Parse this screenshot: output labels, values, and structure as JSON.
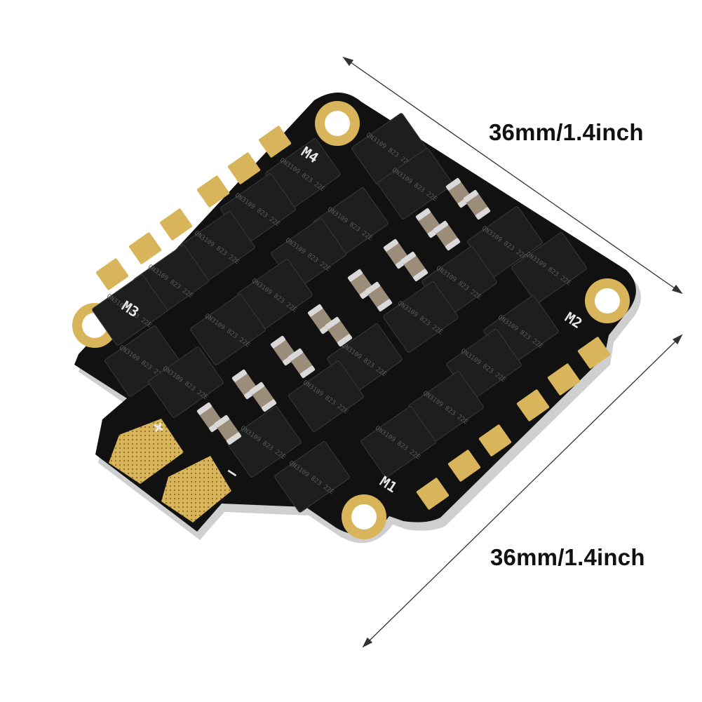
{
  "dimensions": {
    "top_label": "36mm/1.4inch",
    "bottom_label": "36mm/1.4inch"
  },
  "board": {
    "motor_labels": [
      "M4",
      "M3",
      "M2",
      "M1"
    ],
    "power_labels": [
      "+",
      "—"
    ],
    "chip_marking": "QN3109 823 22E",
    "colors": {
      "pcb": "#111111",
      "chip": "#1c1c1c",
      "gold": "#d8b55a",
      "silkscreen": "#e8e8e8",
      "capacitor": "#9b8d7a",
      "edge": "#c9c9c9"
    }
  }
}
